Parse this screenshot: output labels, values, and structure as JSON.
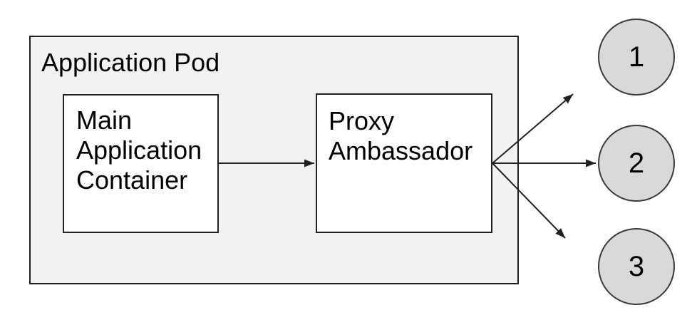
{
  "diagram": {
    "pod": {
      "label": "Application Pod"
    },
    "nodes": {
      "main": {
        "label": "Main Application Container",
        "lines": [
          "Main",
          "Application",
          "Container"
        ]
      },
      "proxy": {
        "label": "Proxy Ambassador",
        "lines": [
          "Proxy",
          "Ambassador"
        ]
      }
    },
    "endpoints": [
      {
        "label": "1"
      },
      {
        "label": "2"
      },
      {
        "label": "3"
      }
    ],
    "edges": [
      {
        "from": "Main Application Container",
        "to": "Proxy Ambassador"
      },
      {
        "from": "Proxy Ambassador",
        "to": "1"
      },
      {
        "from": "Proxy Ambassador",
        "to": "2"
      },
      {
        "from": "Proxy Ambassador",
        "to": "3"
      }
    ],
    "colors": {
      "background": "#ffffff",
      "pod_fill": "#f2f2f2",
      "node_fill": "#ffffff",
      "endpoint_fill": "#d9d9d9",
      "stroke": "#212121",
      "text": "#000000"
    }
  }
}
